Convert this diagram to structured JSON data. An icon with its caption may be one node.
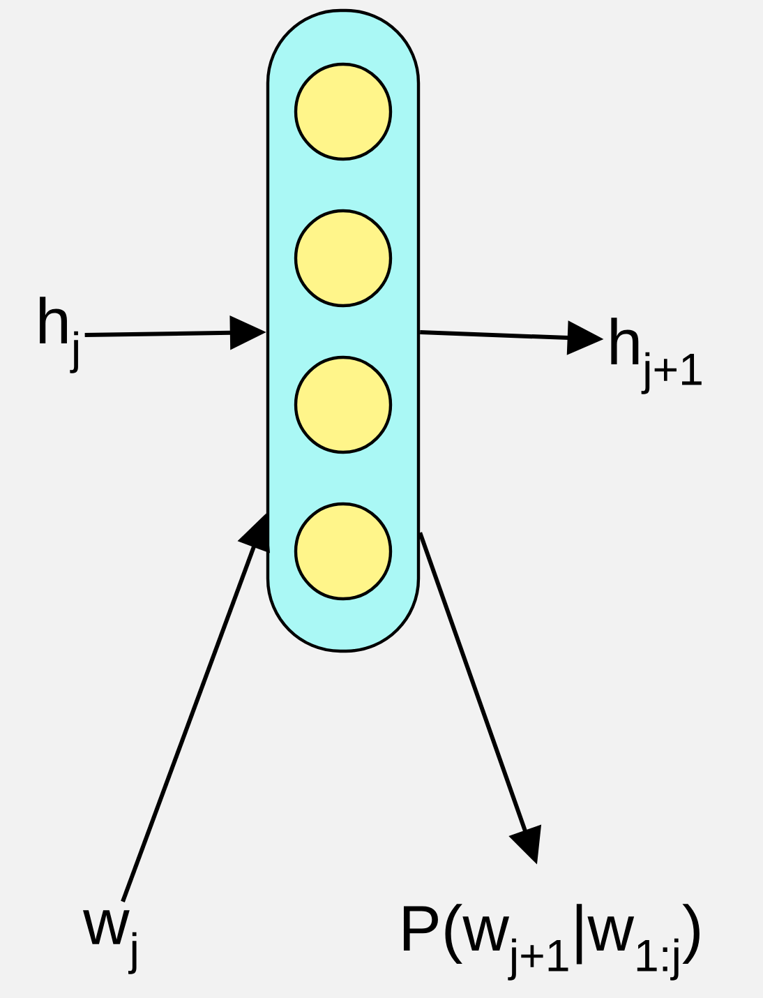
{
  "diagram": {
    "nodes": [
      {
        "text": [],
        "shape": "box"
      },
      {
        "text": [],
        "shape": "circle",
        "in": 0
      },
      {
        "text": [],
        "shape": "circle",
        "in": 0
      },
      {
        "text": [],
        "shape": "circle",
        "in": 0
      },
      {
        "text": [],
        "shape": "circle",
        "in": 0
      },
      {
        "text": [
          "h$_{j}$"
        ]
      },
      {
        "text": [
          "h$_{j+1}$"
        ]
      },
      {
        "text": [
          "w$_{j}$"
        ]
      },
      {
        "text": [
          "P(w$_{j+1}$|w$_{1:j}$)"
        ]
      }
    ],
    "edges": [
      {
        "from": 5,
        "to": 0,
        "arrow": "to"
      },
      {
        "from": 0,
        "to": 6,
        "arrow": "to"
      },
      {
        "from": 7,
        "to": 0,
        "arrow": "to"
      },
      {
        "from": 0,
        "to": 8,
        "arrow": "to"
      }
    ]
  }
}
